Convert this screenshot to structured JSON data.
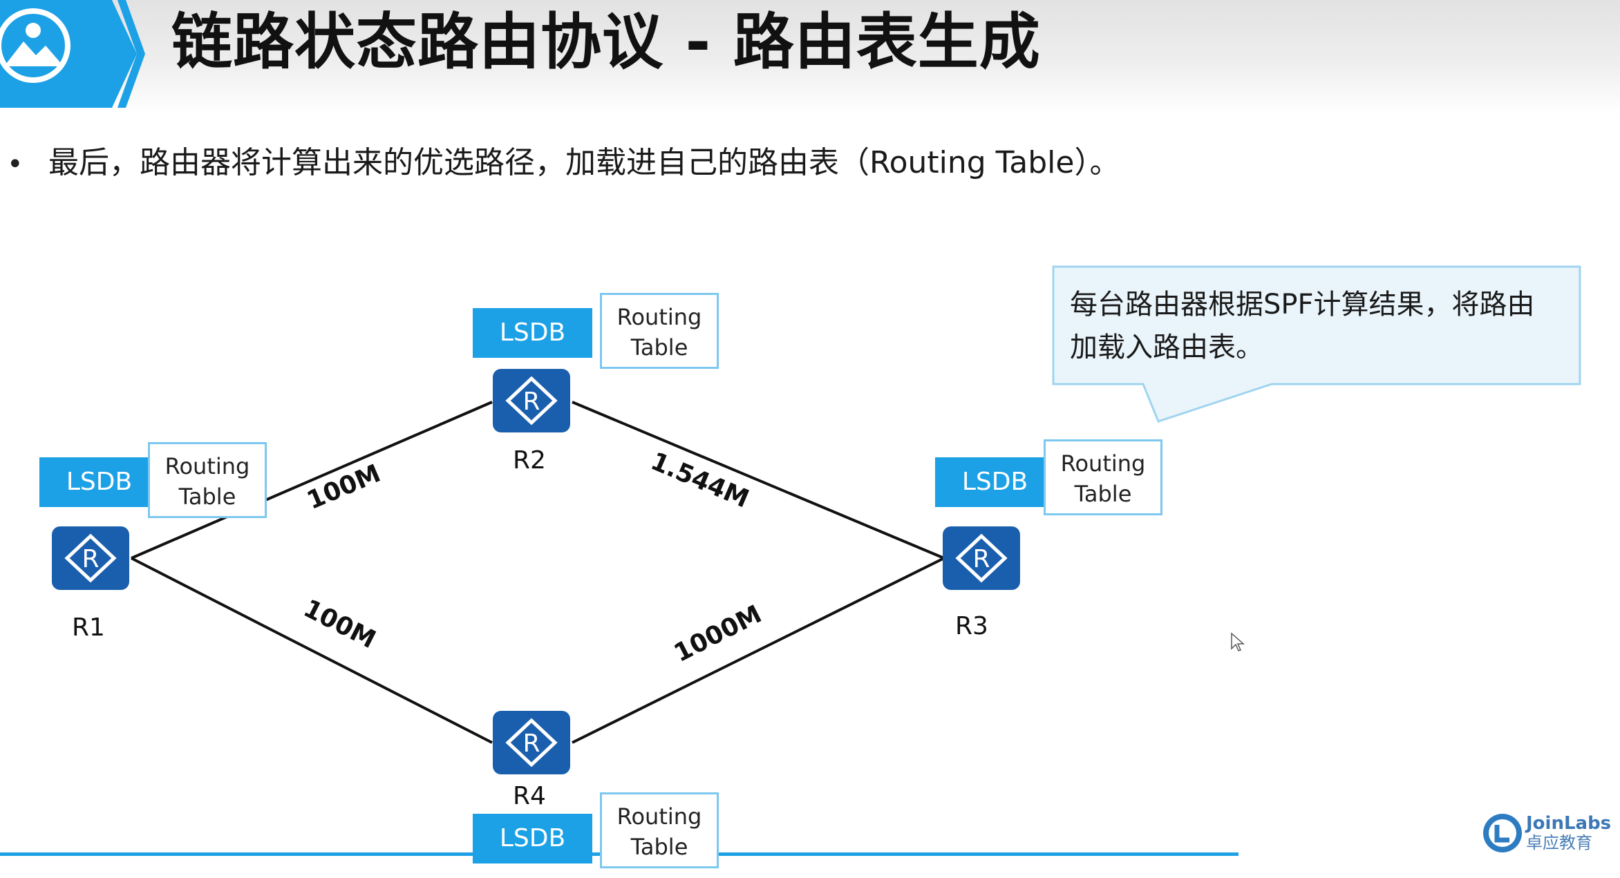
{
  "title": "链路状态路由协议 - 路由表生成",
  "bullet": "最后，路由器将计算出来的优选路径，加载进自己的路由表（Routing Table）。",
  "callout": {
    "line1": "每台路由器根据SPF计算结果，将路由",
    "line2": "加载入路由表。"
  },
  "lsdb_label": "LSDB",
  "routing_table": {
    "line1": "Routing",
    "line2": "Table"
  },
  "routers": {
    "r1": "R1",
    "r2": "R2",
    "r3": "R3",
    "r4": "R4"
  },
  "links": {
    "r1_r2": "100M",
    "r2_r3": "1.544M",
    "r1_r4": "100M",
    "r4_r3": "1000M"
  },
  "brand": {
    "name": "JoinLabs",
    "chinese": "卓应教育"
  },
  "colors": {
    "lsdb_fill": "#1ca1e6",
    "router_icon": "#1a5fad",
    "routing_table_border": "#7cc8ee",
    "footer_line": "#1ca1e6",
    "callout_fill": "#eaf5fb",
    "callout_border": "#9fd4ef"
  }
}
